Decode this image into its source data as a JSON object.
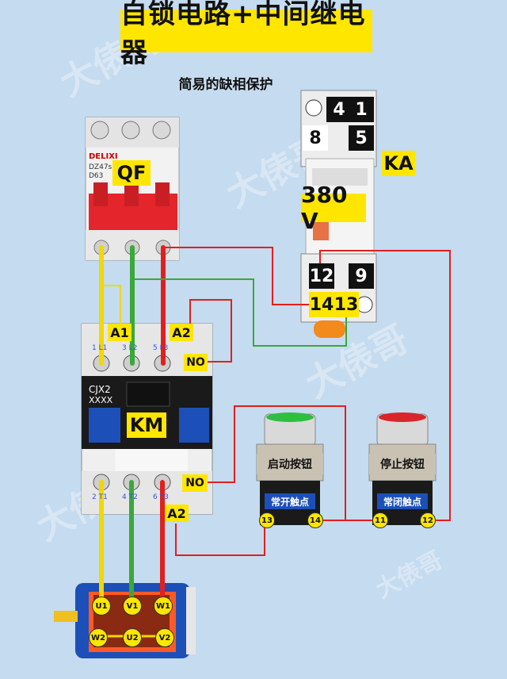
{
  "title": "自锁电路+中间继电器",
  "subtitle": "简易的缺相保护",
  "watermark": "大俵哥",
  "breaker": {
    "label": "QF",
    "brand": "DELIXI",
    "model": "DZ47s",
    "rating": "D63"
  },
  "relay": {
    "label": "KA",
    "voltage": "380 V",
    "terminals": {
      "t4": "4",
      "t1": "1",
      "t8": "8",
      "t5": "5",
      "t12": "12",
      "t9": "9",
      "t14": "14",
      "t13": "13"
    }
  },
  "contactor": {
    "label": "KM",
    "model": "CJX2",
    "model_sub": "XXXX",
    "coil_a1": "A1",
    "coil_a2_top": "A2",
    "coil_a2_bottom": "A2",
    "no_top": "NO",
    "no_bottom": "NO",
    "top_terms": [
      "1 L1",
      "3 L2",
      "5 L3"
    ],
    "bottom_terms": [
      "2 T1",
      "4 T2",
      "6 T3"
    ]
  },
  "start_button": {
    "label": "启动按钮",
    "contact": "常开触点",
    "t_left": "13",
    "t_right": "14",
    "color": "#2fbf3f"
  },
  "stop_button": {
    "label": "停止按钮",
    "contact": "常闭触点",
    "t_left": "11",
    "t_right": "12",
    "color": "#d9262b"
  },
  "motor": {
    "u1": "U1",
    "v1": "V1",
    "w1": "W1",
    "w2": "W2",
    "u2": "U2",
    "v2": "V2"
  },
  "colors": {
    "yellow": "#f0d800",
    "green": "#3aa83a",
    "red": "#e0201f",
    "label_bg": "#ffe600"
  }
}
